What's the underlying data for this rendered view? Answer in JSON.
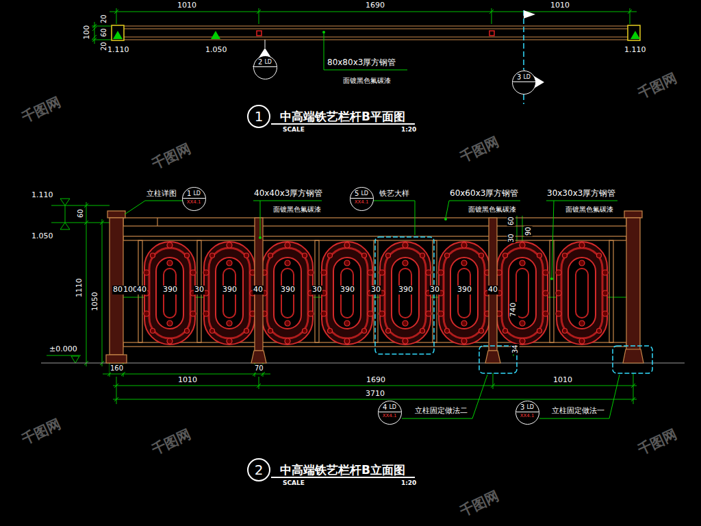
{
  "diagram": {
    "nodes": [
      {
        "text": [
          "2",
          "LD"
        ]
      },
      {
        "text": [
          "3",
          "LD"
        ]
      },
      {
        "text": [
          "1",
          "中高端铁艺栏杆B平面图"
        ]
      },
      {
        "text": [
          "1",
          "LD",
          "XX4.1"
        ]
      },
      {
        "text": [
          "5",
          "LD",
          "XX4.1"
        ]
      },
      {
        "text": [
          "4",
          "LD",
          "XX4.1"
        ]
      },
      {
        "text": [
          "3",
          "LD",
          "XX4.1"
        ]
      },
      {
        "text": [
          "2",
          "中高端铁艺栏杆B立面图"
        ]
      }
    ],
    "labels": [
      "1010",
      "1690",
      "1010",
      "100",
      "20",
      "60",
      "20",
      "1.110",
      "1.050",
      "1.110",
      "80x80x3厚方钢管",
      "面镀黑色氟碳漆",
      "SCALE",
      "1:20",
      "1.110",
      "1.050",
      "1110",
      "1050",
      "60",
      "立柱详图",
      "40x40x3厚方钢管",
      "面镀黑色氟碳漆",
      "铁艺大样",
      "60x60x3厚方钢管",
      "面镀黑色氟碳漆",
      "30x30x3厚方钢管",
      "面镀黑色氟碳漆",
      "60",
      "30",
      "90",
      "80",
      "100",
      "40",
      "390",
      "30",
      "390",
      "40",
      "390",
      "30",
      "390",
      "30",
      "390",
      "30",
      "390",
      "40",
      "740",
      "34",
      "±0.000",
      "160",
      "70",
      "1010",
      "1690",
      "1010",
      "3710",
      "立柱固定做法二",
      "立柱固定做法一",
      "SCALE",
      "1:20",
      "千图网",
      "千图网",
      "千图网",
      "千图网",
      "千图网",
      "千图网",
      "千图网",
      "千图网"
    ]
  }
}
